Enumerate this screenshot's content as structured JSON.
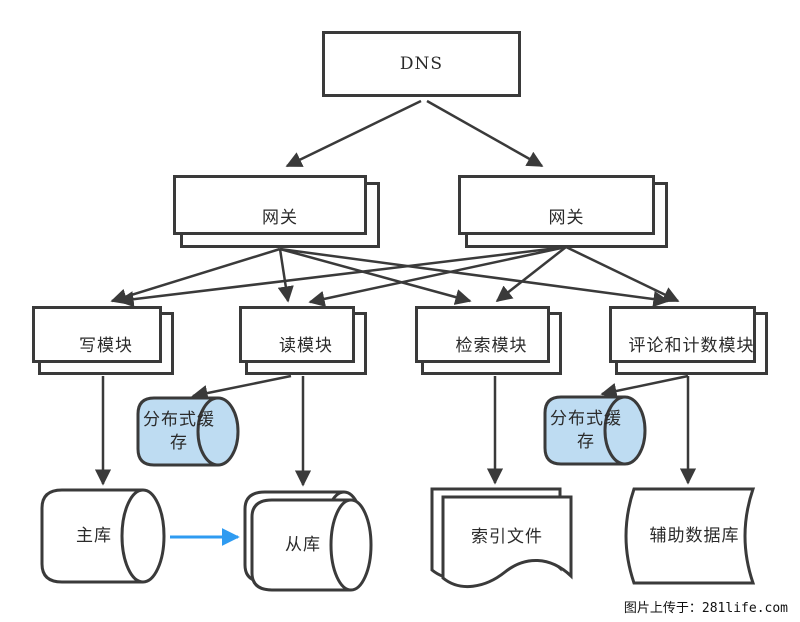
{
  "diagram": {
    "type": "architecture-flowchart",
    "nodes": {
      "dns": {
        "label": "DNS",
        "shape": "rectangle"
      },
      "gateway_left": {
        "label": "网关",
        "shape": "stacked-rectangle"
      },
      "gateway_right": {
        "label": "网关",
        "shape": "stacked-rectangle"
      },
      "write_module": {
        "label": "写模块",
        "shape": "stacked-rectangle"
      },
      "read_module": {
        "label": "读模块",
        "shape": "stacked-rectangle"
      },
      "search_module": {
        "label": "检索模块",
        "shape": "stacked-rectangle"
      },
      "comment_module": {
        "label": "评论和计数模块",
        "shape": "stacked-rectangle"
      },
      "cache_left": {
        "label": "分布式缓存",
        "shape": "horizontal-cylinder",
        "fill": "#bedcf2"
      },
      "cache_right": {
        "label": "分布式缓存",
        "shape": "horizontal-cylinder",
        "fill": "#bedcf2"
      },
      "master_db": {
        "label": "主库",
        "shape": "horizontal-cylinder"
      },
      "slave_db": {
        "label": "从库",
        "shape": "stacked-horizontal-cylinder"
      },
      "index_file": {
        "label": "索引文件",
        "shape": "stacked-document"
      },
      "aux_db": {
        "label": "辅助数据库",
        "shape": "stored-data"
      }
    },
    "edges": [
      {
        "from": "dns",
        "to": "gateway_left"
      },
      {
        "from": "dns",
        "to": "gateway_right"
      },
      {
        "from": "gateway_left",
        "to": "write_module"
      },
      {
        "from": "gateway_left",
        "to": "read_module"
      },
      {
        "from": "gateway_left",
        "to": "search_module"
      },
      {
        "from": "gateway_left",
        "to": "comment_module"
      },
      {
        "from": "gateway_right",
        "to": "write_module"
      },
      {
        "from": "gateway_right",
        "to": "read_module"
      },
      {
        "from": "gateway_right",
        "to": "search_module"
      },
      {
        "from": "gateway_right",
        "to": "comment_module"
      },
      {
        "from": "write_module",
        "to": "master_db"
      },
      {
        "from": "read_module",
        "to": "cache_left"
      },
      {
        "from": "read_module",
        "to": "slave_db"
      },
      {
        "from": "search_module",
        "to": "index_file"
      },
      {
        "from": "comment_module",
        "to": "cache_right"
      },
      {
        "from": "comment_module",
        "to": "aux_db"
      },
      {
        "from": "master_db",
        "to": "slave_db",
        "color": "#2f9bf1"
      }
    ],
    "colors": {
      "stroke": "#3a3a3a",
      "cache_fill": "#bedcf2",
      "replication_arrow": "#2f9bf1",
      "background": "#ffffff"
    },
    "watermark": {
      "text": "图片上传于：281life.com"
    }
  }
}
